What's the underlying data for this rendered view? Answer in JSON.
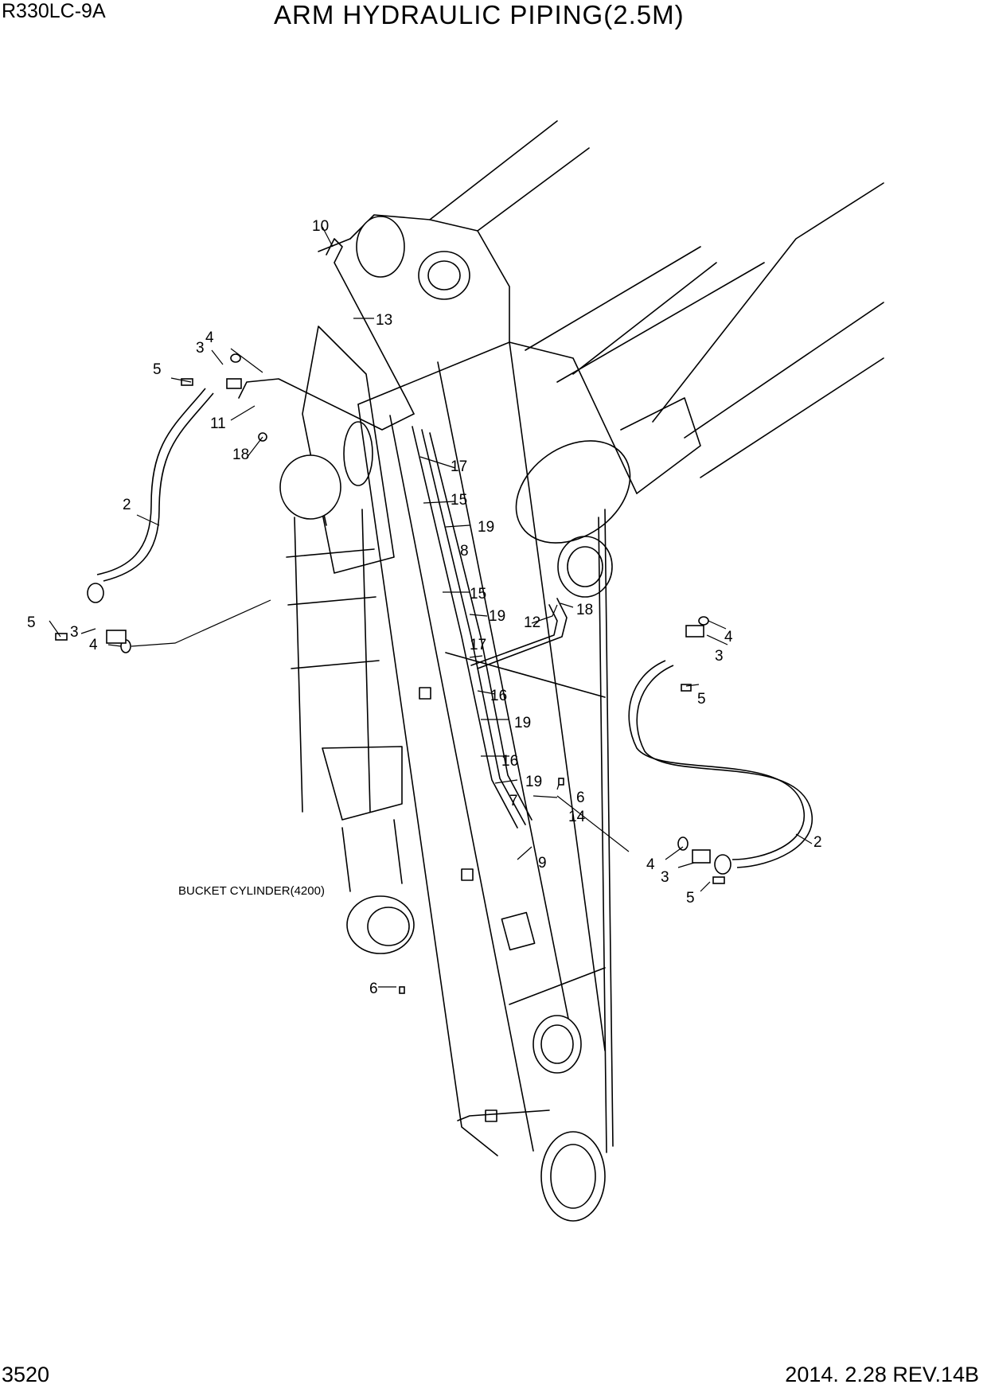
{
  "header": {
    "model": "R330LC-9A",
    "title": "ARM HYDRAULIC PIPING(2.5M)"
  },
  "footer": {
    "page": "3520",
    "date_rev": "2014. 2.28  REV.14B"
  },
  "diagram": {
    "note": "BUCKET CYLINDER(4200)",
    "callouts": [
      "10",
      "13",
      "4",
      "3",
      "5",
      "11",
      "18",
      "17",
      "15",
      "19",
      "8",
      "2",
      "15",
      "19",
      "12",
      "18",
      "5",
      "3",
      "4",
      "17",
      "16",
      "19",
      "16",
      "19",
      "6",
      "7",
      "14",
      "9",
      "4",
      "3",
      "5",
      "2",
      "4",
      "3",
      "5",
      "6"
    ]
  }
}
